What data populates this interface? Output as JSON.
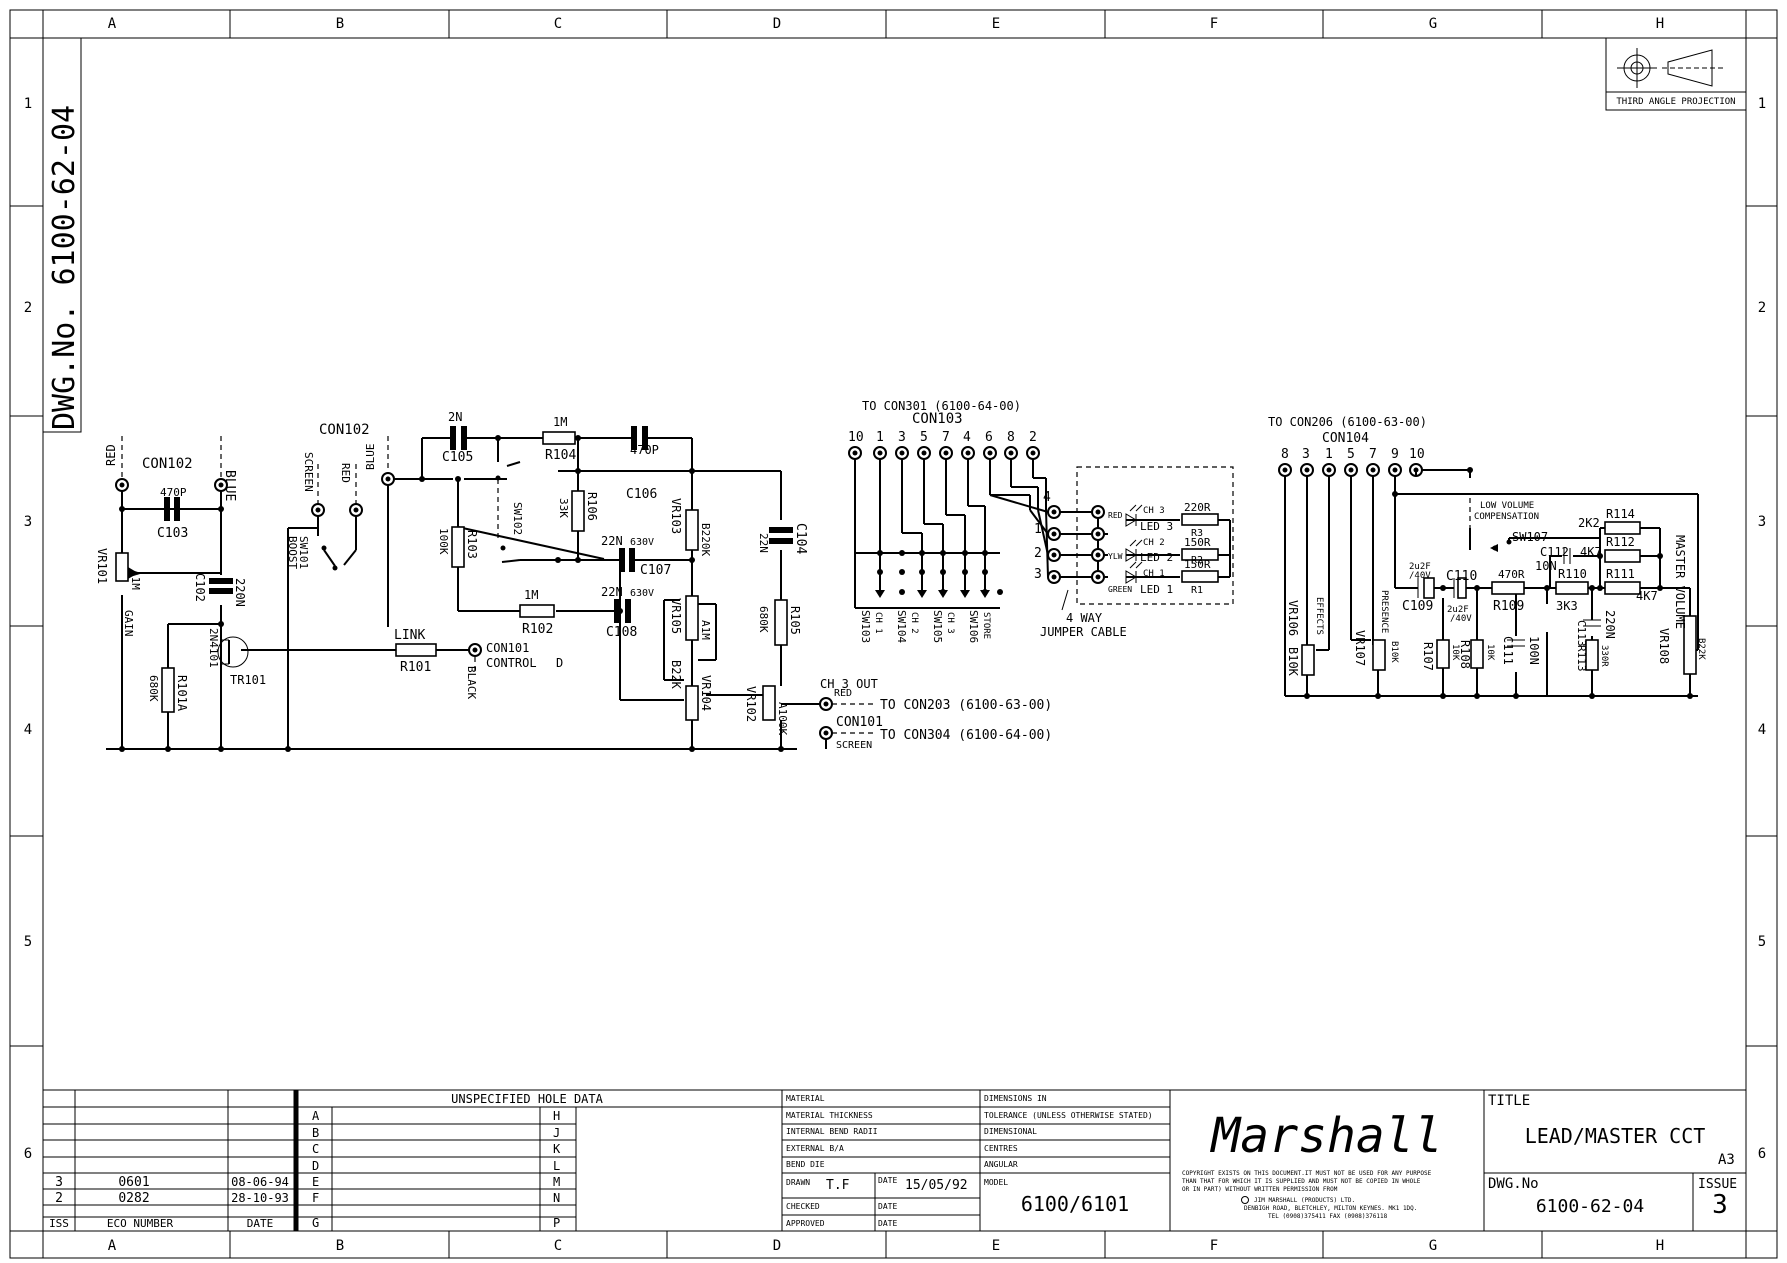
{
  "border": {
    "columns": [
      "A",
      "B",
      "C",
      "D",
      "E",
      "F",
      "G",
      "H"
    ],
    "rows": [
      "1",
      "2",
      "3",
      "4",
      "5",
      "6"
    ]
  },
  "drawing_number_vertical": "DWG.No. 6100-62-04",
  "projection_label": "THIRD ANGLE PROJECTION",
  "schematic": {
    "con102_left": "CON102",
    "wire_red": "RED",
    "wire_blue": "BLUE",
    "c103_value": "470P",
    "c103": "C103",
    "vr101": "VR101",
    "vr101_value": "A1M",
    "gain": "GAIN",
    "c102": "C102",
    "c102_value": "220N",
    "r101a": "R101A",
    "r101a_value": "680K",
    "tr101": "TR101",
    "tr101_part": "2N4101",
    "con102_mid": "CON102",
    "wire_screen": "SCREEN",
    "wire_red_mid": "RED",
    "wire_blue_mid": "BLUE",
    "sw101": "SW101",
    "boost": "BOOST",
    "link": "LINK",
    "r101": "R101",
    "con101_control": "CON101",
    "control": "CONTROL",
    "control_d": "D",
    "wire_black": "BLACK",
    "c105_value": "2N",
    "c105": "C105",
    "r104_value": "1M",
    "r104": "R104",
    "r106": "R106",
    "r106_value": "33K",
    "r103": "R103",
    "r103_value": "100K",
    "sw102": "SW102",
    "c106_value": "470P",
    "c106": "C106",
    "c107_value": "22N",
    "c107_volt": "630V",
    "c107": "C107",
    "r102_value": "1M",
    "r102": "R102",
    "c108_value": "22N",
    "c108_volt": "630V",
    "c108": "C108",
    "vr103": "VR103",
    "vr103_value": "B220K",
    "vr105": "VR105",
    "vr105_value": "A1M",
    "vr104": "VR104",
    "vr104_value": "B22K",
    "c104": "C104",
    "c104_value": "22N",
    "r105": "R105",
    "r105_value": "680K",
    "vr102": "VR102",
    "vr102_value": "A100K",
    "ch3_out": "CH 3 OUT",
    "ch3_red": "RED",
    "to_con203": "TO CON203 (6100-63-00)",
    "con101_out": "CON101",
    "ch3_screen": "SCREEN",
    "to_con304": "TO CON304 (6100-64-00)",
    "to_con301": "TO CON301 (6100-64-00)",
    "con103": "CON103",
    "con103_pins": [
      "10",
      "1",
      "3",
      "5",
      "7",
      "4",
      "6",
      "8",
      "2"
    ],
    "sw103": "SW103",
    "sw103_ch": "CH 1",
    "sw104": "SW104",
    "sw104_ch": "CH 2",
    "sw105": "SW105",
    "sw105_ch": "CH 3",
    "sw106": "SW106",
    "sw106_store": "STORE",
    "led_pins": [
      "4",
      "1",
      "2",
      "3"
    ],
    "led_colors": [
      "RED",
      "YLW",
      "GREEN"
    ],
    "led_ch": [
      "CH 3",
      "CH 2",
      "CH 1"
    ],
    "led_names": [
      "LED 3",
      "LED 2",
      "LED 1"
    ],
    "led_res_values": [
      "220R",
      "150R",
      "150R"
    ],
    "led_res_names": [
      "R3",
      "R2",
      "R1"
    ],
    "jumper": "4 WAY",
    "jumper_cable": "JUMPER CABLE",
    "to_con206": "TO CON206 (6100-63-00)",
    "con104": "CON104",
    "con104_pins": [
      "8",
      "3",
      "1",
      "5",
      "7",
      "9",
      "10"
    ],
    "low_volume": "LOW VOLUME",
    "compensation": "COMPENSATION",
    "sw107": "SW107",
    "r114": "R114",
    "r114_value": "2K2",
    "c112": "C112",
    "c112_value": "10N",
    "r112": "R112",
    "r112_value": "4K7",
    "r111": "R111",
    "r111_value": "4K7",
    "master_volume": "MASTER VOLUME",
    "vr108": "VR108",
    "vr108_value": "B22K",
    "c109_value": "2u2F",
    "c109_volt": "/40V",
    "c109": "C109",
    "c110": "C110",
    "c110_value": "2u2F",
    "c110_volt": "/40V",
    "r109_value": "470R",
    "r109": "R109",
    "r110": "R110",
    "r110_value": "3K3",
    "c113": "C113",
    "c113_value": "220N",
    "r113": "R113",
    "r113_value": "330R",
    "vr106": "VR106",
    "vr106_value": "B10K",
    "effects": "EFFECTS",
    "vr107": "VR107",
    "presence": "PRESENCE",
    "vr107_value": "B10K",
    "r107": "R107",
    "r107_value": "10K",
    "r108": "R108",
    "r108_value": "10K",
    "c111": "C111",
    "c111_value": "100N"
  },
  "title_block": {
    "revisions": [
      {
        "iss": "3",
        "eco": "0601",
        "date": "08-06-94"
      },
      {
        "iss": "2",
        "eco": "0282",
        "date": "28-10-93"
      }
    ],
    "rev_headers": {
      "iss": "ISS",
      "eco": "ECO NUMBER",
      "date": "DATE"
    },
    "hole_data_title": "UNSPECIFIED HOLE DATA",
    "hole_left": [
      "A",
      "B",
      "C",
      "D",
      "E",
      "F",
      "G"
    ],
    "hole_right": [
      "H",
      "J",
      "K",
      "L",
      "M",
      "N",
      "P"
    ],
    "material_rows": [
      "MATERIAL",
      "MATERIAL THICKNESS",
      "INTERNAL BEND RADII",
      "EXTERNAL B/A",
      "BEND DIE"
    ],
    "drawn_label": "DRAWN",
    "drawn_value": "T.F",
    "date_label": "DATE",
    "date_value": "15/05/92",
    "checked_label": "CHECKED",
    "approved_label": "APPROVED",
    "dimension_rows": [
      "DIMENSIONS IN",
      "TOLERANCE (UNLESS OTHERWISE STATED)",
      "DIMENSIONAL",
      "CENTRES",
      "ANGULAR"
    ],
    "model_label": "MODEL",
    "model_value": "6100/6101",
    "brand": "Marshall",
    "copyright": [
      "COPYRIGHT EXISTS ON THIS DOCUMENT.IT MUST NOT BE USED FOR ANY PURPOSE",
      "THAN THAT FOR WHICH IT IS SUPPLIED AND MUST NOT BE COPIED IN WHOLE",
      "OR IN PART) WITHOUT WRITTEN PERMISSION FROM"
    ],
    "company": "JIM MARSHALL (PRODUCTS) LTD.",
    "address": "DENBIGH ROAD, BLETCHLEY, MILTON KEYNES. MK1 1DQ.",
    "phone": "TEL (0908)375411 FAX (0908)376118",
    "title_label": "TITLE",
    "title_value": "LEAD/MASTER CCT",
    "size": "A3",
    "dwg_label": "DWG.No",
    "dwg_value": "6100-62-04",
    "issue_label": "ISSUE",
    "issue_value": "3"
  }
}
